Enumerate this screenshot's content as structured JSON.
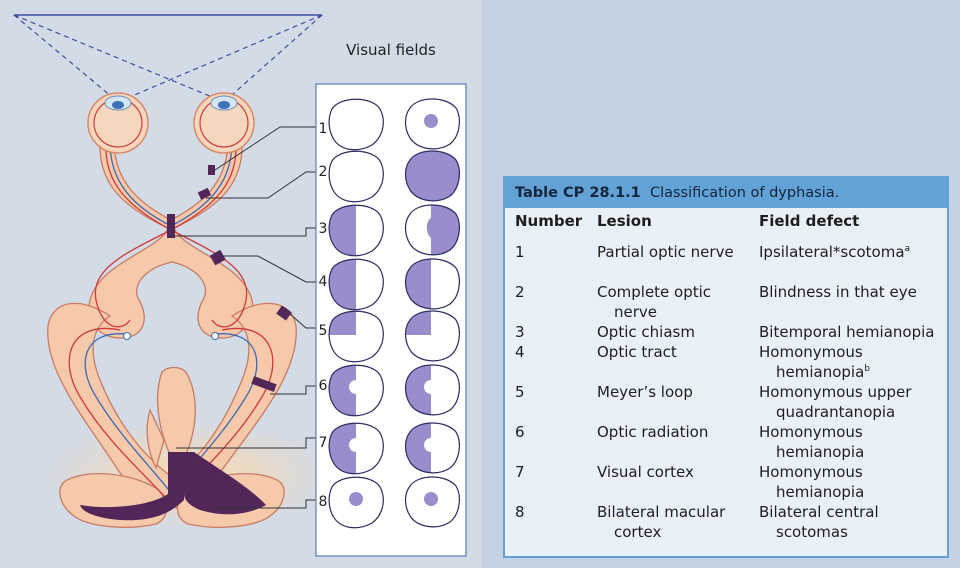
{
  "visual_fields_title": "Visual fields",
  "field_numbers": [
    "1",
    "2",
    "3",
    "4",
    "5",
    "6",
    "7",
    "8"
  ],
  "table": {
    "caption_bold": "Table CP 28.1.1",
    "caption_rest": "Classification of dyphasia.",
    "headers": {
      "number": "Number",
      "lesion": "Lesion",
      "defect": "Field defect"
    },
    "rows": [
      {
        "number": "1",
        "lesion": "Partial optic nerve",
        "defect": "Ipsilateral*scotoma",
        "sup": "a"
      },
      {
        "number": "2",
        "lesion": "Complete optic nerve",
        "defect": "Blindness in that eye"
      },
      {
        "number": "3",
        "lesion": "Optic chiasm",
        "defect": "Bitemporal hemianopia"
      },
      {
        "number": "4",
        "lesion": "Optic tract",
        "defect": "Homonymous hemianopia",
        "sup": "b"
      },
      {
        "number": "5",
        "lesion": "Meyer’s loop",
        "defect": "Homonymous upper quadrantanopia"
      },
      {
        "number": "6",
        "lesion": "Optic radiation",
        "defect": "Homonymous hemianopia"
      },
      {
        "number": "7",
        "lesion": "Visual cortex",
        "defect": "Homonymous hemianopia"
      },
      {
        "number": "8",
        "lesion": "Bilateral macular cortex",
        "defect": "Bilateral central scotomas"
      }
    ]
  },
  "colors": {
    "field_fill": "#9b8ccb",
    "pathway_fill": "#f5c9a9",
    "lesion_mark": "#53265a",
    "table_border": "#62a2d7",
    "table_bg": "#eaf0f8"
  }
}
